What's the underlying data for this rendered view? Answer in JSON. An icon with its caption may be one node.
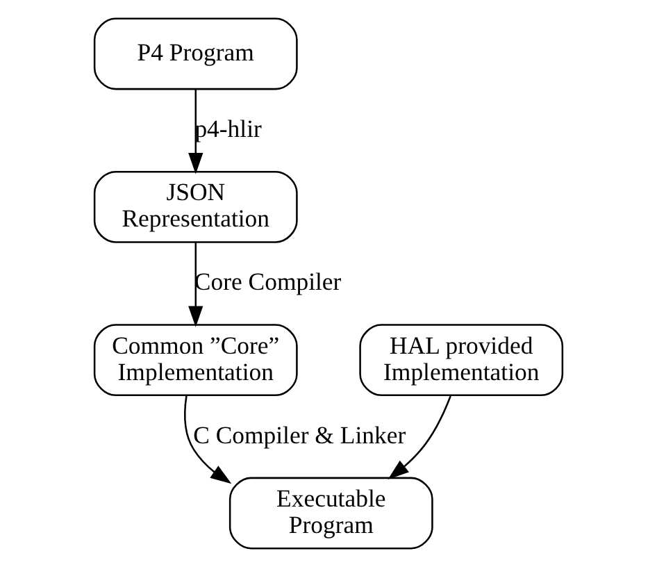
{
  "diagram": {
    "nodes": [
      {
        "text": [
          "P4 Program"
        ]
      },
      {
        "text": [
          "JSON Representation"
        ]
      },
      {
        "text": [
          "Common ”Core” Implementation"
        ]
      },
      {
        "text": [
          "HAL provided Implementation"
        ]
      },
      {
        "text": [
          "Executable Program"
        ]
      }
    ],
    "edges": [
      {
        "from": 0,
        "to": 1,
        "arrow": "to",
        "label": "p4-hlir"
      },
      {
        "from": 1,
        "to": 2,
        "arrow": "to",
        "label": "Core Compiler"
      },
      {
        "from": 2,
        "to": 4,
        "arrow": "to",
        "label": "C Compiler & Linker"
      },
      {
        "from": 3,
        "to": 4,
        "arrow": "to"
      }
    ]
  }
}
